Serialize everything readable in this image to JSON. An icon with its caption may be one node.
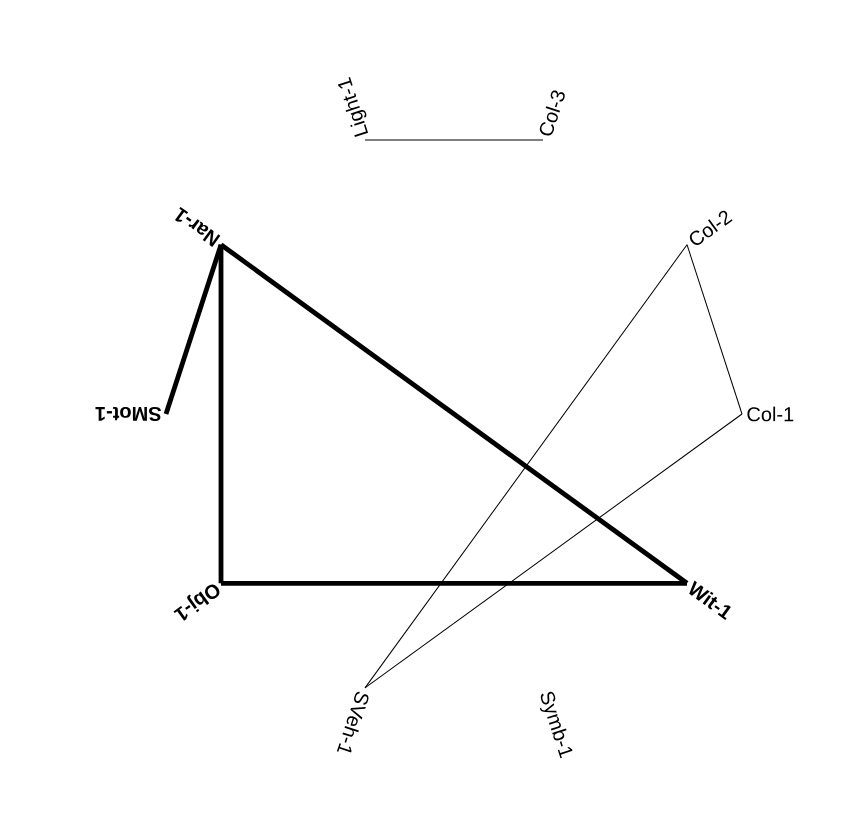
{
  "diagram": {
    "nodes": [
      {
        "text": [
          "Light-1"
        ]
      },
      {
        "text": [
          "Col-3"
        ]
      },
      {
        "text": [
          "Nar-1"
        ]
      },
      {
        "text": [
          "Col-2"
        ]
      },
      {
        "text": [
          "SMot-1"
        ]
      },
      {
        "text": [
          "Col-1"
        ]
      },
      {
        "text": [
          "Obj-1"
        ]
      },
      {
        "text": [
          "Wit-1"
        ]
      },
      {
        "text": [
          "SVeh-1"
        ]
      },
      {
        "text": [
          "Symb-1"
        ]
      }
    ],
    "edges": [
      {
        "from": 0,
        "to": 1,
        "arrow": "none"
      },
      {
        "from": 2,
        "to": 4,
        "arrow": "none",
        "style": "thick"
      },
      {
        "from": 2,
        "to": 6,
        "arrow": "none",
        "style": "thick"
      },
      {
        "from": 2,
        "to": 7,
        "arrow": "none",
        "style": "thick"
      },
      {
        "from": 6,
        "to": 7,
        "arrow": "none",
        "style": "thick"
      },
      {
        "from": 8,
        "to": 3,
        "arrow": "none"
      },
      {
        "from": 3,
        "to": 5,
        "arrow": "none"
      },
      {
        "from": 5,
        "to": 8,
        "arrow": "none"
      }
    ]
  }
}
